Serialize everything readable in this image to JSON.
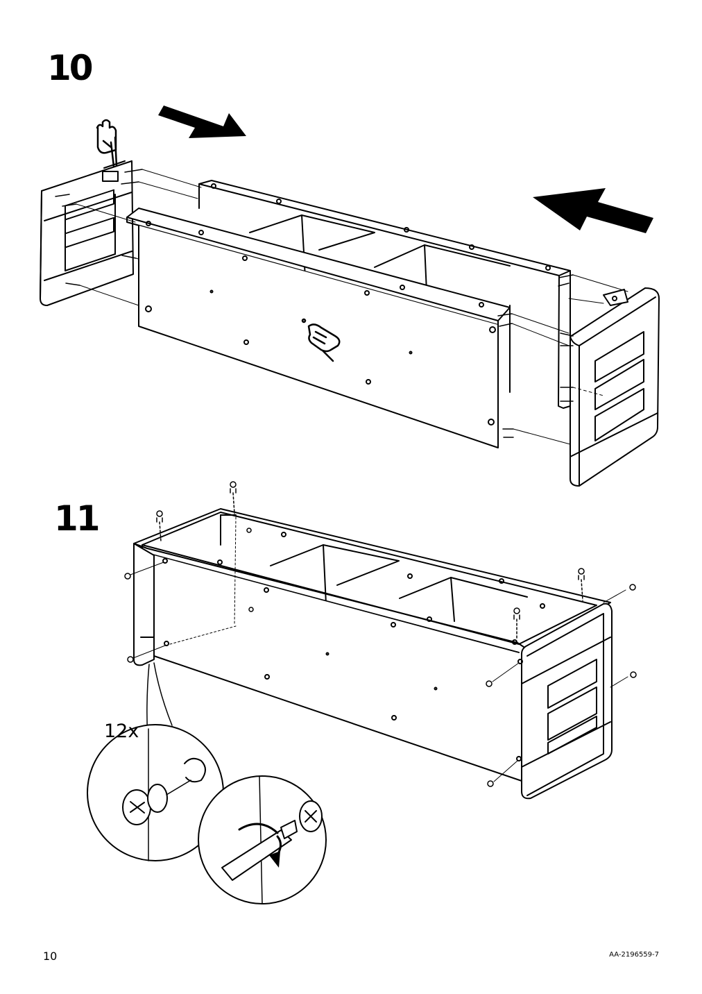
{
  "steps": [
    {
      "number": "10"
    },
    {
      "number": "11"
    }
  ],
  "detail": {
    "quantity": "12x"
  },
  "footer": {
    "page_number": "10",
    "document_code": "AA-2196559-7"
  },
  "icons": [
    "arrow-right-icon",
    "arrow-left-icon",
    "hand-press-icon",
    "hand-hold-icon",
    "rotate-arrow-icon",
    "cam-lock-icon",
    "screwdriver-icon"
  ],
  "colors": {
    "ink": "#000000",
    "paper": "#ffffff"
  }
}
